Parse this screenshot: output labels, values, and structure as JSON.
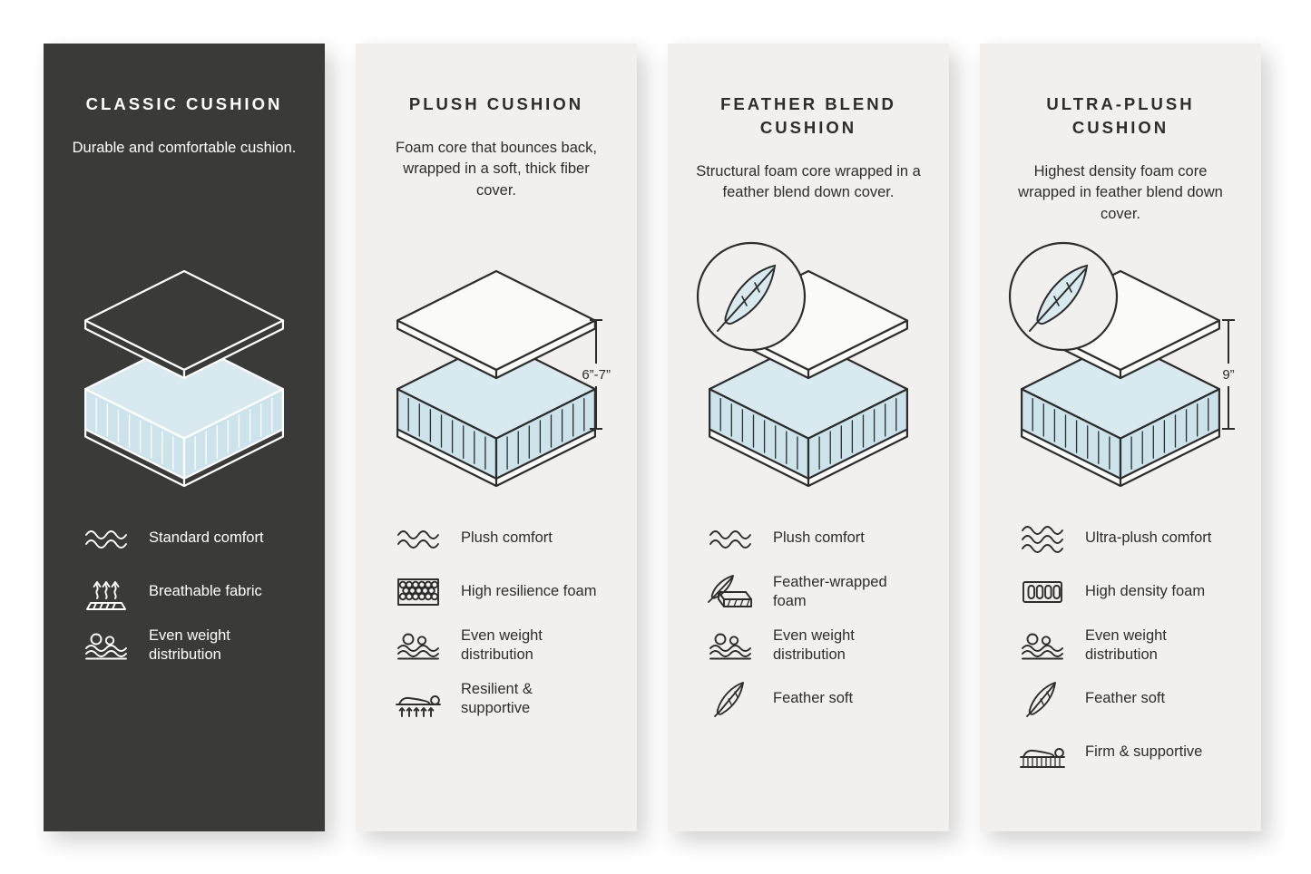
{
  "colors": {
    "background": "#ffffff",
    "dark_panel": "#3a3a38",
    "light_panel": "#f1f0ee",
    "foam_blue": "#d8e9ef",
    "outline": "#2d2d2d"
  },
  "panels": [
    {
      "title": "CLASSIC CUSHION",
      "description": "Durable and comfortable cushion.",
      "illustration": "layered-cushion",
      "features": [
        {
          "icon": "comfort-waves-icon",
          "label": "Standard comfort"
        },
        {
          "icon": "breathable-fabric-icon",
          "label": "Breathable fabric"
        },
        {
          "icon": "even-weight-icon",
          "label": "Even weight distribution"
        }
      ]
    },
    {
      "title": "PLUSH CUSHION",
      "description": "Foam core that bounces back, wrapped in a soft, thick fiber cover.",
      "illustration": "layered-cushion",
      "dimension": "6”-7”",
      "features": [
        {
          "icon": "comfort-waves-icon",
          "label": "Plush comfort"
        },
        {
          "icon": "high-resilience-foam-icon",
          "label": "High resilience foam"
        },
        {
          "icon": "even-weight-icon",
          "label": "Even weight distribution"
        },
        {
          "icon": "resilient-supportive-icon",
          "label": "Resilient & supportive"
        }
      ]
    },
    {
      "title": "FEATHER BLEND CUSHION",
      "description": "Structural foam core wrapped in a feather blend down cover.",
      "illustration": "layered-cushion-with-feather-badge",
      "features": [
        {
          "icon": "comfort-waves-icon",
          "label": "Plush comfort"
        },
        {
          "icon": "feather-wrapped-foam-icon",
          "label": "Feather-wrapped foam"
        },
        {
          "icon": "even-weight-icon",
          "label": "Even weight distribution"
        },
        {
          "icon": "feather-icon",
          "label": "Feather soft"
        }
      ]
    },
    {
      "title": "ULTRA-PLUSH CUSHION",
      "description": "Highest density foam core wrapped in feather blend down cover.",
      "illustration": "layered-cushion-with-feather-badge",
      "dimension": "9”",
      "features": [
        {
          "icon": "comfort-waves-3-icon",
          "label": "Ultra-plush comfort"
        },
        {
          "icon": "high-density-foam-icon",
          "label": "High density foam"
        },
        {
          "icon": "even-weight-icon",
          "label": "Even weight distribution"
        },
        {
          "icon": "feather-icon",
          "label": "Feather soft"
        },
        {
          "icon": "firm-supportive-icon",
          "label": "Firm & supportive"
        }
      ]
    }
  ]
}
